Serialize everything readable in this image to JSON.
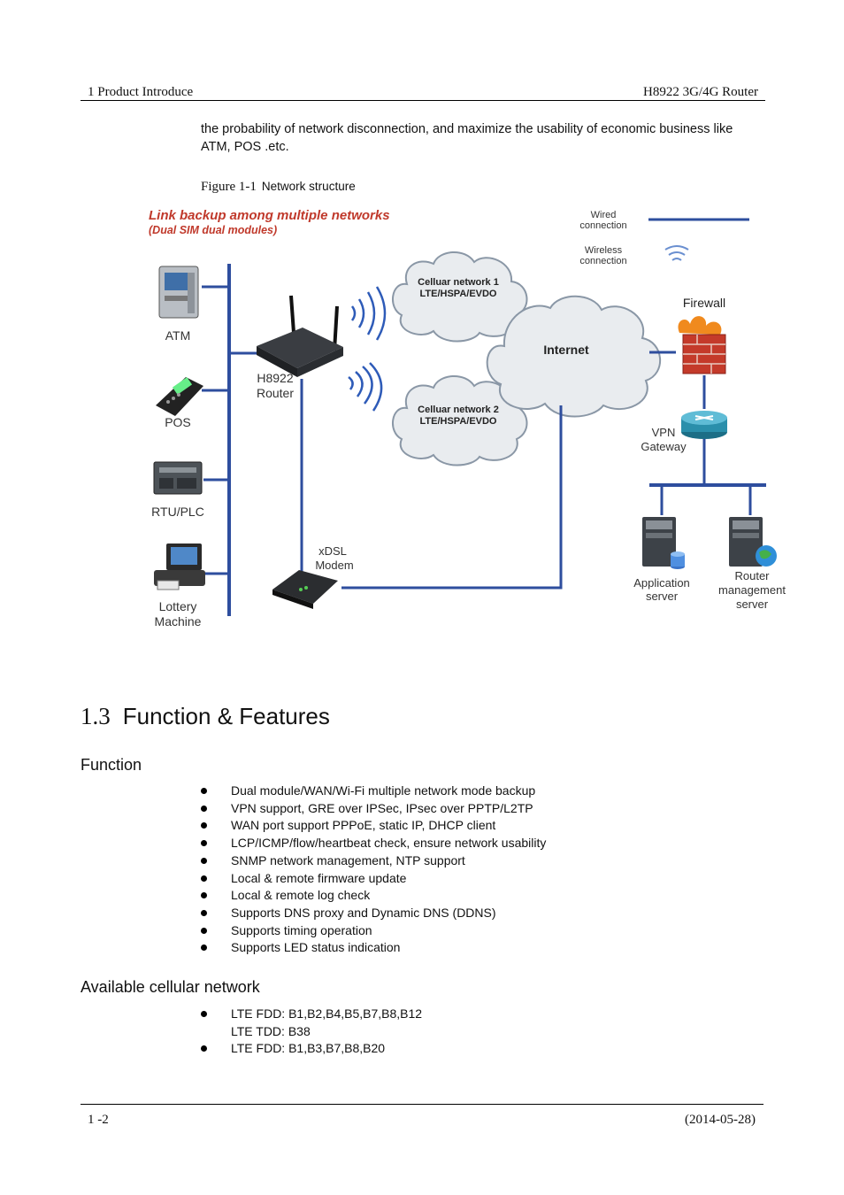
{
  "header": {
    "left": "1 Product Introduce",
    "right": "H8922 3G/4G Router"
  },
  "intro_text": "the probability of network disconnection, and maximize the usability of economic business like ATM, POS .etc.",
  "figure": {
    "number": "Figure 1-1",
    "caption": "Network structure",
    "title": "Link backup among multiple networks",
    "subtitle": "(Dual SIM dual modules)",
    "legend_wired_1": "Wired",
    "legend_wired_2": "connection",
    "legend_wireless_1": "Wireless",
    "legend_wireless_2": "connection",
    "atm": "ATM",
    "pos": "POS",
    "rtu": "RTU/PLC",
    "lottery_1": "Lottery",
    "lottery_2": "Machine",
    "router_1": "H8922",
    "router_2": "Router",
    "cell1_1": "Celluar network 1",
    "cell1_2": "LTE/HSPA/EVDO",
    "cell2_1": "Celluar network 2",
    "cell2_2": "LTE/HSPA/EVDO",
    "internet": "Internet",
    "firewall": "Firewall",
    "vpn_1": "VPN",
    "vpn_2": "Gateway",
    "xdsl_1": "xDSL",
    "xdsl_2": "Modem",
    "app_1": "Application",
    "app_2": "server",
    "rms_1": "Router",
    "rms_2": "management",
    "rms_3": "server"
  },
  "section": {
    "number": "1.3",
    "title": "Function & Features"
  },
  "function": {
    "heading": "Function",
    "items": [
      "Dual module/WAN/Wi-Fi multiple network mode backup",
      "VPN support, GRE over IPSec, IPsec over PPTP/L2TP",
      "WAN port support PPPoE, static IP, DHCP client",
      "LCP/ICMP/flow/heartbeat check, ensure network usability",
      "SNMP network management, NTP support",
      "Local & remote firmware update",
      "Local & remote log check",
      "Supports DNS proxy and Dynamic DNS (DDNS)",
      "Supports timing operation",
      "Supports LED status indication"
    ]
  },
  "cellular": {
    "heading": "Available cellular network",
    "items": [
      {
        "line1": "LTE FDD: B1,B2,B4,B5,B7,B8,B12",
        "line2": "LTE TDD: B38"
      },
      {
        "line1": "LTE FDD: B1,B3,B7,B8,B20",
        "line2": ""
      }
    ]
  },
  "footer": {
    "left": "1 -2",
    "right": "(2014-05-28)"
  },
  "colors": {
    "diagram_title": "#c0392b",
    "bus_blue": "#2e4e9e",
    "text": "#111111"
  }
}
